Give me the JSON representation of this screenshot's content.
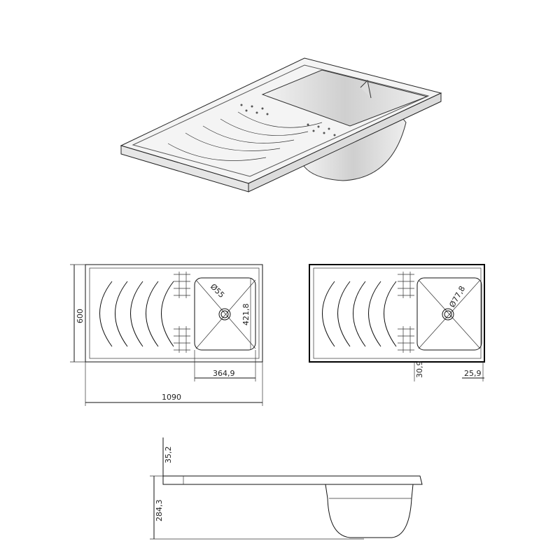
{
  "drawing": {
    "views": [
      "isometric",
      "top-left",
      "top-right",
      "side"
    ],
    "dimensions": {
      "width_total": "1090",
      "depth_total": "600",
      "basin_width": "364,9",
      "basin_depth": "421,8",
      "drain_diameter_left": "Ø55",
      "drain_diameter_right": "Ø77,8",
      "offset_left": "30,9",
      "offset_right": "25,9",
      "rim_height": "35,2",
      "total_height": "284,3"
    },
    "colors": {
      "line": "#111111",
      "shade": "#d9d9d9",
      "background": "#ffffff"
    }
  }
}
